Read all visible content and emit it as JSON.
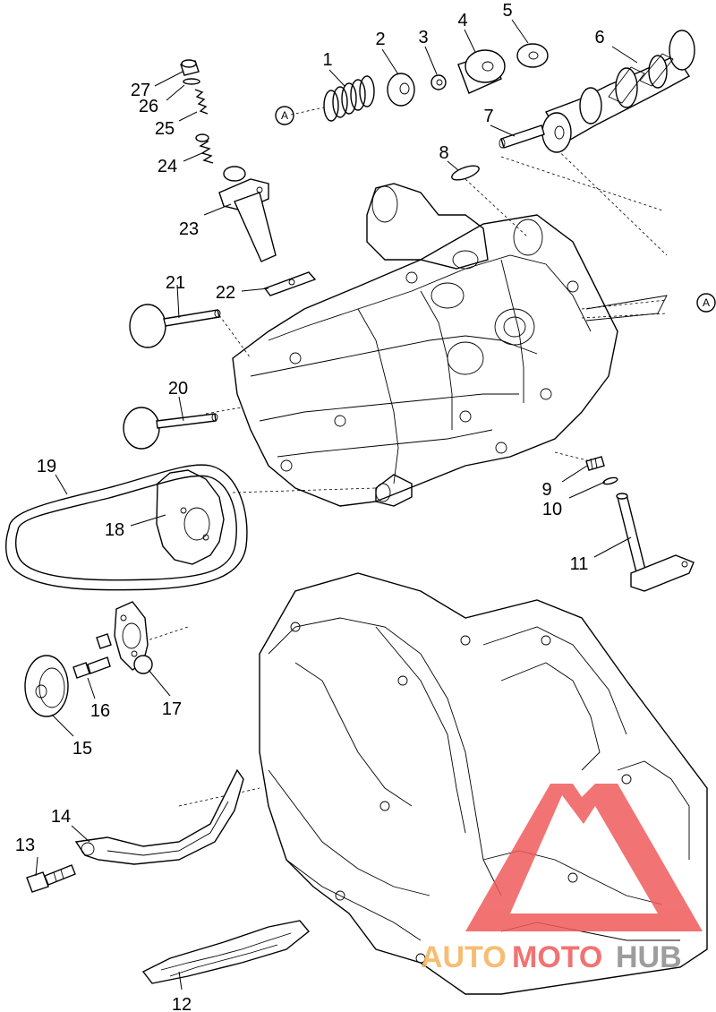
{
  "labels": {
    "p1": "1",
    "p2": "2",
    "p3": "3",
    "p4": "4",
    "p5": "5",
    "p6": "6",
    "p7": "7",
    "p8": "8",
    "p9": "9",
    "p10": "10",
    "p11": "11",
    "p12": "12",
    "p13": "13",
    "p14": "14",
    "p15": "15",
    "p16": "16",
    "p17": "17",
    "p18": "18",
    "p19": "19",
    "p20": "20",
    "p21": "21",
    "p22": "22",
    "p23": "23",
    "p24": "24",
    "p25": "25",
    "p26": "26",
    "p27": "27"
  },
  "refs": {
    "a_left": "A",
    "a_right": "A"
  },
  "watermark": {
    "text_auto": "AUTO",
    "text_moto": "MOTO",
    "text_hub": "HUB",
    "color_red": "#f05a5a",
    "color_orange": "#f5b25a",
    "color_gray": "#8c8c8c"
  }
}
